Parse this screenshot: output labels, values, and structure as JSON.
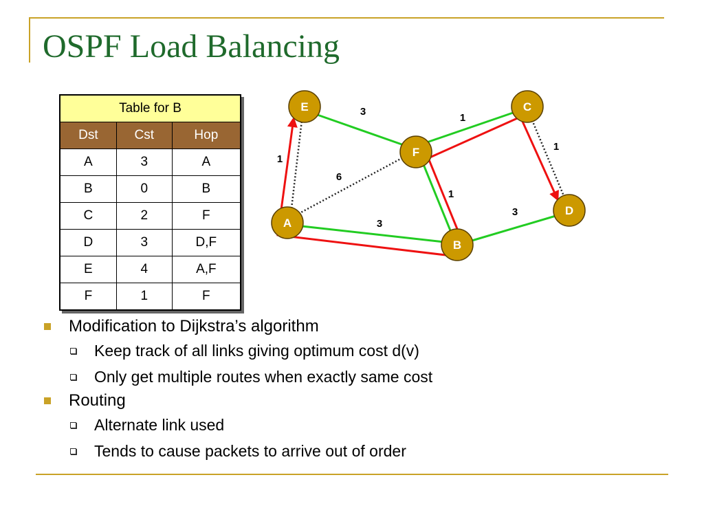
{
  "slide": {
    "title": "OSPF Load Balancing"
  },
  "table": {
    "title": "Table for B",
    "headers": [
      "Dst",
      "Cst",
      "Hop"
    ],
    "rows": [
      [
        "A",
        "3",
        "A"
      ],
      [
        "B",
        "0",
        "B"
      ],
      [
        "C",
        "2",
        "F"
      ],
      [
        "D",
        "3",
        "D,F"
      ],
      [
        "E",
        "4",
        "A,F"
      ],
      [
        "F",
        "1",
        "F"
      ]
    ]
  },
  "network": {
    "nodes": [
      "E",
      "C",
      "F",
      "A",
      "D",
      "B"
    ],
    "costs": {
      "E_F": "3",
      "F_C": "1",
      "C_D": "1",
      "A_E": "1",
      "A_F": "6",
      "F_B": "1",
      "B_D": "3",
      "A_B": "3"
    },
    "colors": {
      "node_fill": "#cc9900",
      "node_stroke": "#5a4000",
      "link_green": "#22cc22",
      "link_red": "#ee1111",
      "link_dotted": "#222222"
    }
  },
  "bullets": [
    {
      "text": "Modification to Dijkstra’s algorithm",
      "subs": [
        "Keep track of all links giving optimum cost d(v)",
        "Only get multiple routes when exactly same cost"
      ]
    },
    {
      "text": "Routing",
      "subs": [
        "Alternate link used",
        "Tends to cause packets to arrive out of order"
      ]
    }
  ]
}
